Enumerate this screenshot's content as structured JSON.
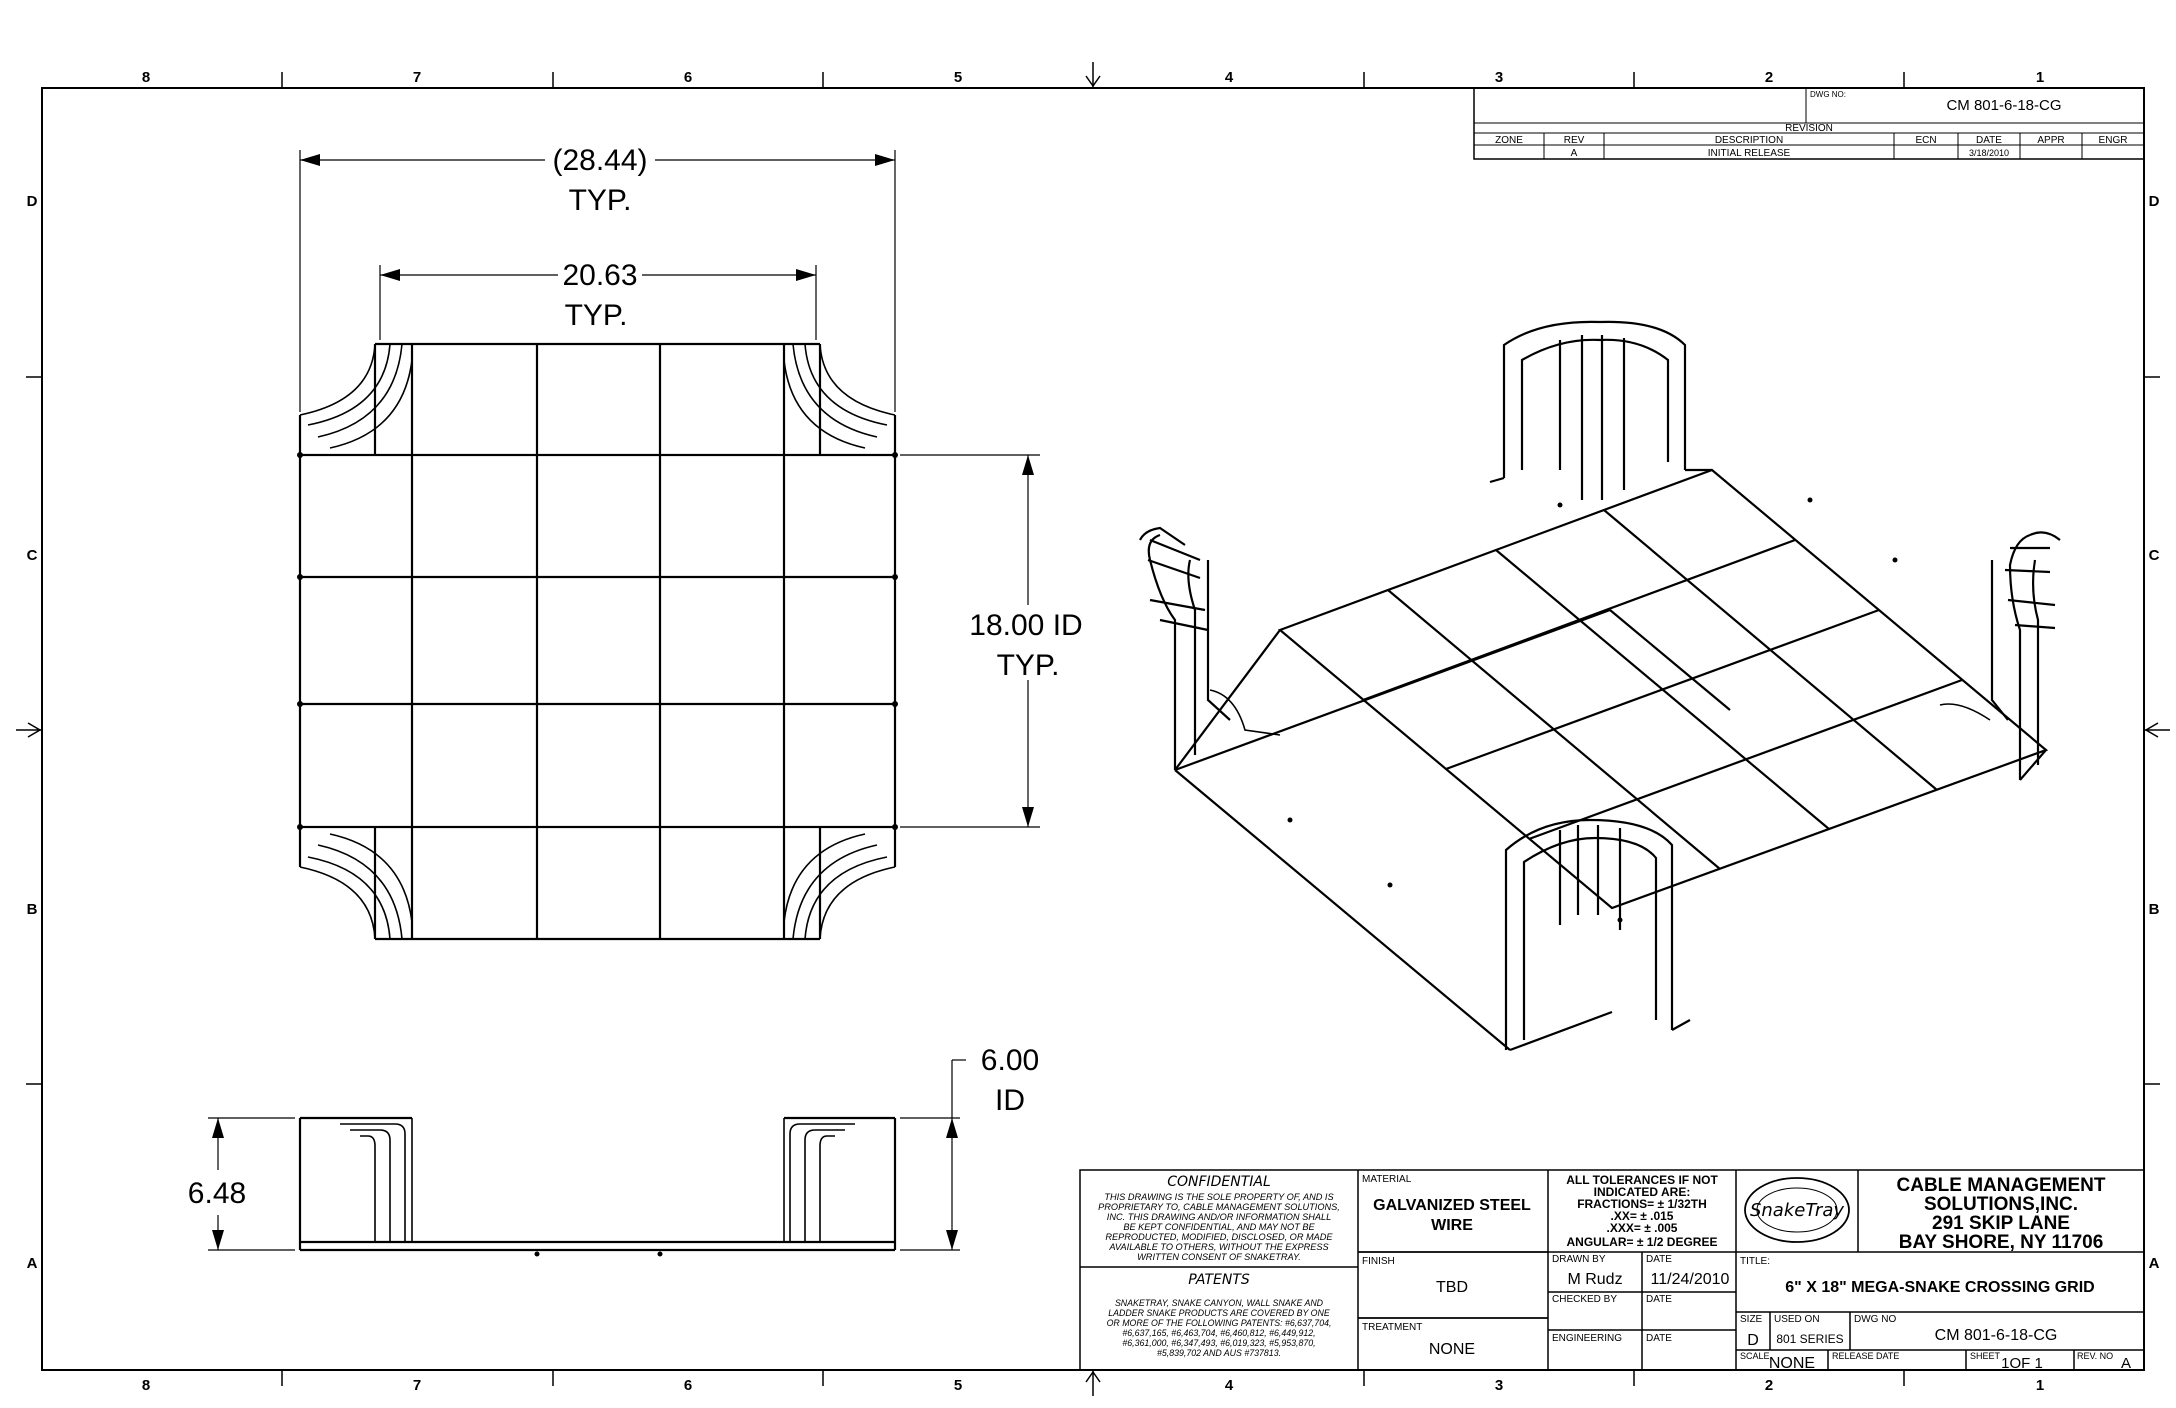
{
  "zones": {
    "top": [
      "8",
      "7",
      "6",
      "5",
      "4",
      "3",
      "2",
      "1"
    ],
    "bottom": [
      "8",
      "7",
      "6",
      "5",
      "4",
      "3",
      "2",
      "1"
    ],
    "side": [
      "D",
      "C",
      "B",
      "A"
    ]
  },
  "revision_block": {
    "dwg_no_label": "DWG NO:",
    "dwg_no": "CM 801-6-18-CG",
    "title": "REVISION",
    "headers": [
      "ZONE",
      "REV",
      "DESCRIPTION",
      "ECN",
      "DATE",
      "APPR",
      "ENGR"
    ],
    "row": [
      "",
      "A",
      "INITIAL RELEASE",
      "",
      "3/18/2010",
      "",
      ""
    ]
  },
  "dimensions": {
    "overall_width": "(28.44)",
    "overall_typ": "TYP.",
    "inner_width": "20.63",
    "inner_typ": "TYP.",
    "id_width": "18.00 ID",
    "id_typ": "TYP.",
    "height": "6.48",
    "depth_value": "6.00",
    "depth_label": "ID"
  },
  "title_block": {
    "confidential_title": "CONFIDENTIAL",
    "confidential_lines": [
      "THIS DRAWING IS THE SOLE PROPERTY OF, AND IS",
      "PROPRIETARY TO, CABLE MANAGEMENT SOLUTIONS,",
      "INC. THIS DRAWING AND/OR INFORMATION SHALL",
      "BE KEPT CONFIDENTIAL, AND MAY NOT BE",
      "REPRODUCTED, MODIFIED, DISCLOSED, OR MADE",
      "AVAILABLE TO OTHERS, WITHOUT THE EXPRESS",
      "WRITTEN CONSENT OF SNAKETRAY."
    ],
    "patents_title": "PATENTS",
    "patents_lines": [
      "SNAKETRAY, SNAKE CANYON, WALL SNAKE AND",
      "LADDER SNAKE PRODUCTS ARE COVERED BY ONE",
      "OR MORE OF THE FOLLOWING PATENTS: #6,637,704,",
      "#6,637,165, #6,463,704, #6,460,812, #6,449,912,",
      "#6,361,000, #6,347,493, #6,019,323, #5,953,870,",
      "#5,839,702 AND AUS #737813."
    ],
    "material_label": "MATERIAL",
    "material_lines": [
      "GALVANIZED STEEL",
      "WIRE"
    ],
    "finish_label": "FINISH",
    "finish": "TBD",
    "treatment_label": "TREATMENT",
    "treatment": "NONE",
    "tolerance_lines": [
      "ALL TOLERANCES IF NOT",
      "INDICATED ARE:",
      "FRACTIONS= ± 1/32TH",
      ".XX= ± .015",
      ".XXX= ± .005",
      "ANGULAR= ± 1/2 DEGREE"
    ],
    "drawn_by_label": "DRAWN BY",
    "drawn_by": "M Rudz",
    "date_label": "DATE",
    "drawn_date": "11/24/2010",
    "checked_by_label": "CHECKED BY",
    "checked_date_label": "DATE",
    "engineering_label": "ENGINEERING",
    "engineering_date_label": "DATE",
    "logo_text": "SnakeTray",
    "company_lines": [
      "CABLE MANAGEMENT",
      "SOLUTIONS,INC.",
      "291 SKIP LANE",
      "BAY SHORE, NY 11706"
    ],
    "title_label": "TITLE:",
    "title": "6\" X 18\" MEGA-SNAKE CROSSING GRID",
    "size_label": "SIZE",
    "size": "D",
    "used_on_label": "USED ON",
    "used_on": "801 SERIES",
    "dwg_no_label": "DWG NO",
    "dwg_no": "CM 801-6-18-CG",
    "scale_label": "SCALE",
    "scale": "NONE",
    "release_date_label": "RELEASE DATE",
    "sheet_label": "SHEET",
    "sheet": "1OF 1",
    "rev_no_label": "REV. NO",
    "rev_no": "A"
  }
}
